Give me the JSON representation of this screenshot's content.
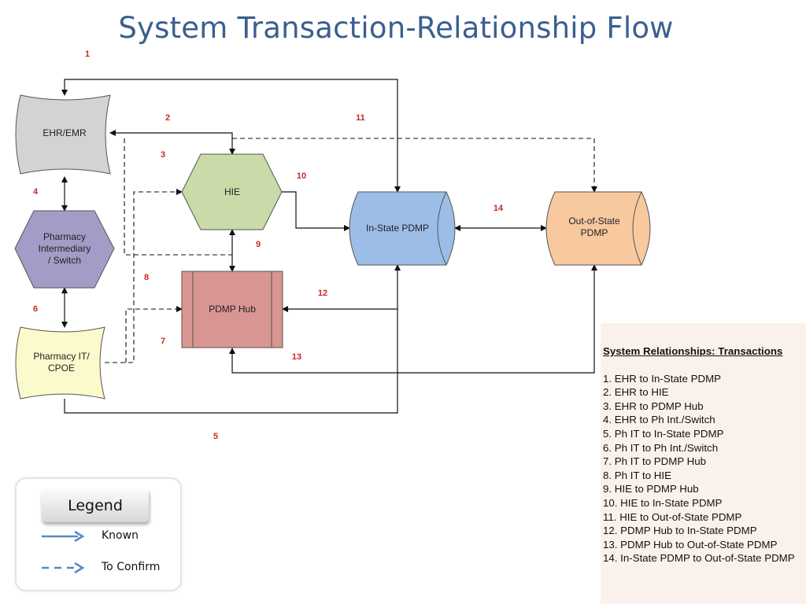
{
  "title": "System Transaction-Relationship Flow",
  "nodes": {
    "ehr": "EHR/EMR",
    "hie": "HIE",
    "pharmacy_intermediary": [
      "Pharmacy",
      "Intermediary",
      "/ Switch"
    ],
    "pharmacy_it": [
      "Pharmacy IT/",
      "CPOE"
    ],
    "pdmp_hub": "PDMP Hub",
    "in_state_pdmp": "In-State PDMP",
    "out_of_state_pdmp": [
      "Out-of-State",
      "PDMP"
    ]
  },
  "flow_numbers": [
    "1",
    "2",
    "3",
    "4",
    "5",
    "6",
    "7",
    "8",
    "9",
    "10",
    "11",
    "12",
    "13",
    "14"
  ],
  "relationships": {
    "title": "System Relationships: Transactions",
    "items": [
      "1. EHR to In-State PDMP",
      "2. EHR to HIE",
      "3. EHR to PDMP Hub",
      "4. EHR to Ph Int./Switch",
      "5. Ph IT to In-State PDMP",
      "6. Ph IT to Ph Int./Switch",
      "7. Ph IT to PDMP Hub",
      "8. Ph IT to HIE",
      "9. HIE to PDMP Hub",
      "10. HIE to In-State PDMP",
      "11. HIE to Out-of-State PDMP",
      "12. PDMP Hub to In-State PDMP",
      "13. PDMP Hub to Out-of-State PDMP",
      "14. In-State PDMP to Out-of-State PDMP"
    ]
  },
  "legend": {
    "title": "Legend",
    "known": "Known",
    "to_confirm": "To Confirm"
  },
  "colors": {
    "title": "#3b5f8f",
    "ehr": "#d3d3d3",
    "hie": "#c9dba8",
    "pharmacy_intermediary": "#a59bc7",
    "pharmacy_it": "#fbfacd",
    "pdmp_hub": "#d99591",
    "in_state_pdmp": "#9cbde6",
    "out_of_state_pdmp": "#f8c89f",
    "flow_number": "#c62828",
    "legend_arrow": "#5b86c2",
    "panel": "#fbf1ec"
  }
}
